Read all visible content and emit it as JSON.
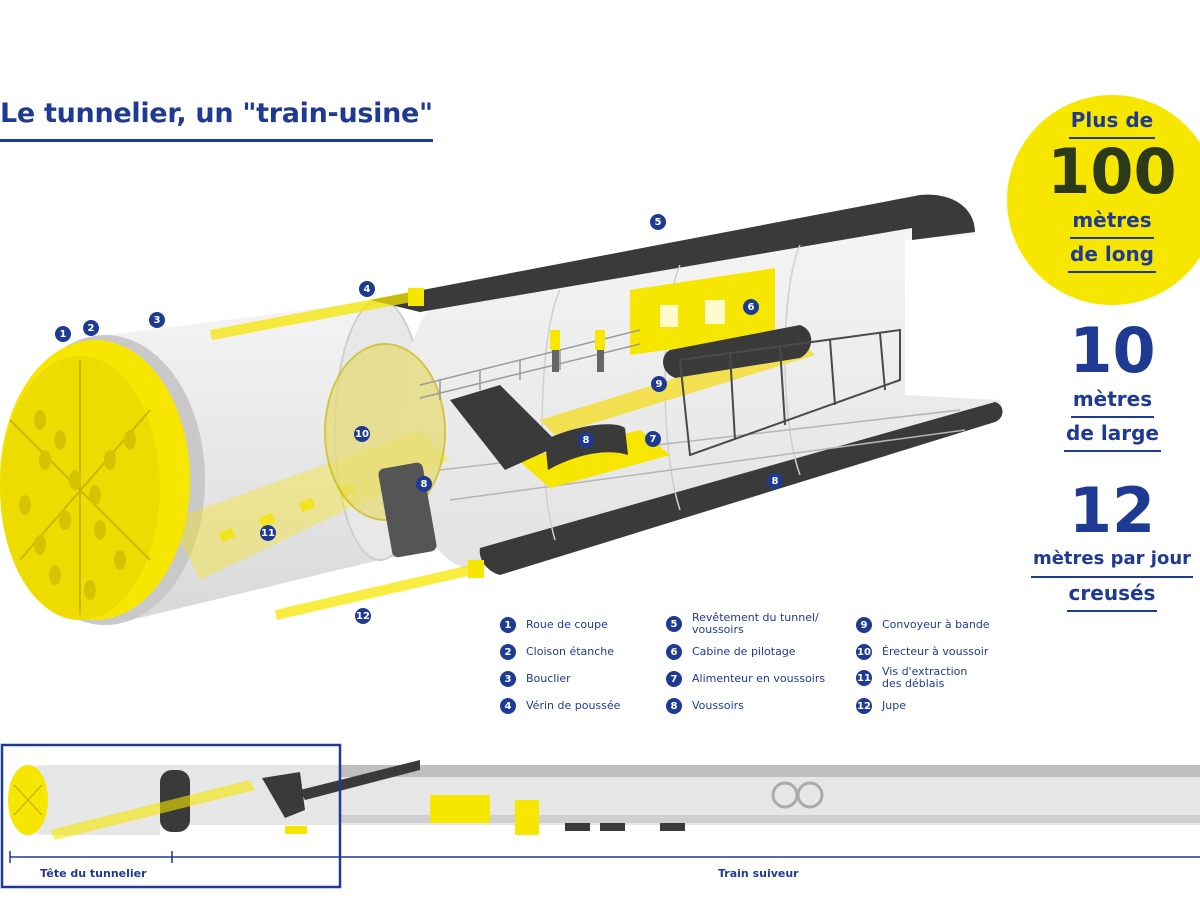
{
  "title": "Le tunnelier, un \"train-usine\"",
  "stats": {
    "length_prefix": "Plus de",
    "length_value": "100",
    "length_unit_1": "mètres",
    "length_unit_2": "de long",
    "width_value": "10",
    "width_unit_1": "mètres",
    "width_unit_2": "de large",
    "speed_value": "12",
    "speed_unit_1": "mètres par jour",
    "speed_unit_2": "creusés"
  },
  "legend": [
    {
      "num": "1",
      "text": "Roue de coupe"
    },
    {
      "num": "2",
      "text": "Cloison étanche"
    },
    {
      "num": "3",
      "text": "Bouclier"
    },
    {
      "num": "4",
      "text": "Vérin de poussée"
    },
    {
      "num": "5",
      "text": "Revêtement du tunnel/\nvoussoirs"
    },
    {
      "num": "6",
      "text": "Cabine de pilotage"
    },
    {
      "num": "7",
      "text": "Alimenteur en voussoirs"
    },
    {
      "num": "8",
      "text": "Voussoirs"
    },
    {
      "num": "9",
      "text": "Convoyeur à bande"
    },
    {
      "num": "10",
      "text": "Érecteur à voussoir"
    },
    {
      "num": "11",
      "text": "Vis d'extraction\ndes déblais"
    },
    {
      "num": "12",
      "text": "Jupe"
    }
  ],
  "markers": [
    "1",
    "2",
    "3",
    "4",
    "5",
    "6",
    "7",
    "8",
    "8",
    "8",
    "9",
    "10",
    "11",
    "12"
  ],
  "bottom": {
    "head_label": "Tête du tunnelier",
    "train_label": "Train suiveur"
  },
  "colors": {
    "blue": "#1f3a93",
    "yellow": "#f6e600",
    "dark_grey": "#3a3a3a",
    "light_grey": "#d9d9d9"
  }
}
